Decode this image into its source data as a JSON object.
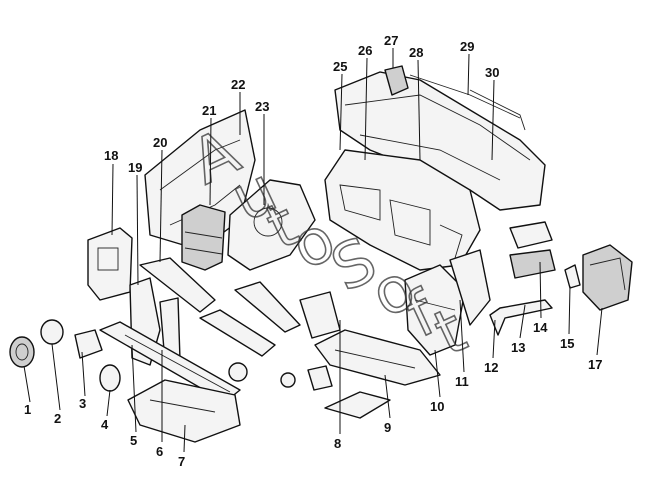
{
  "diagram": {
    "callouts": [
      {
        "id": "1",
        "label": "1"
      },
      {
        "id": "2",
        "label": "2"
      },
      {
        "id": "3",
        "label": "3"
      },
      {
        "id": "4",
        "label": "4"
      },
      {
        "id": "5",
        "label": "5"
      },
      {
        "id": "6",
        "label": "6"
      },
      {
        "id": "7",
        "label": "7"
      },
      {
        "id": "8",
        "label": "8"
      },
      {
        "id": "9",
        "label": "9"
      },
      {
        "id": "10",
        "label": "10"
      },
      {
        "id": "11",
        "label": "11"
      },
      {
        "id": "12",
        "label": "12"
      },
      {
        "id": "13",
        "label": "13"
      },
      {
        "id": "14",
        "label": "14"
      },
      {
        "id": "15",
        "label": "15"
      },
      {
        "id": "17",
        "label": "17"
      },
      {
        "id": "18",
        "label": "18"
      },
      {
        "id": "19",
        "label": "19"
      },
      {
        "id": "20",
        "label": "20"
      },
      {
        "id": "21",
        "label": "21"
      },
      {
        "id": "22",
        "label": "22"
      },
      {
        "id": "23",
        "label": "23"
      },
      {
        "id": "25",
        "label": "25"
      },
      {
        "id": "26",
        "label": "26"
      },
      {
        "id": "27",
        "label": "27"
      },
      {
        "id": "28",
        "label": "28"
      },
      {
        "id": "29",
        "label": "29"
      },
      {
        "id": "30",
        "label": "30"
      }
    ],
    "watermark": [
      "A",
      "u",
      "t",
      "o",
      "S",
      "o",
      "f",
      "t"
    ]
  }
}
